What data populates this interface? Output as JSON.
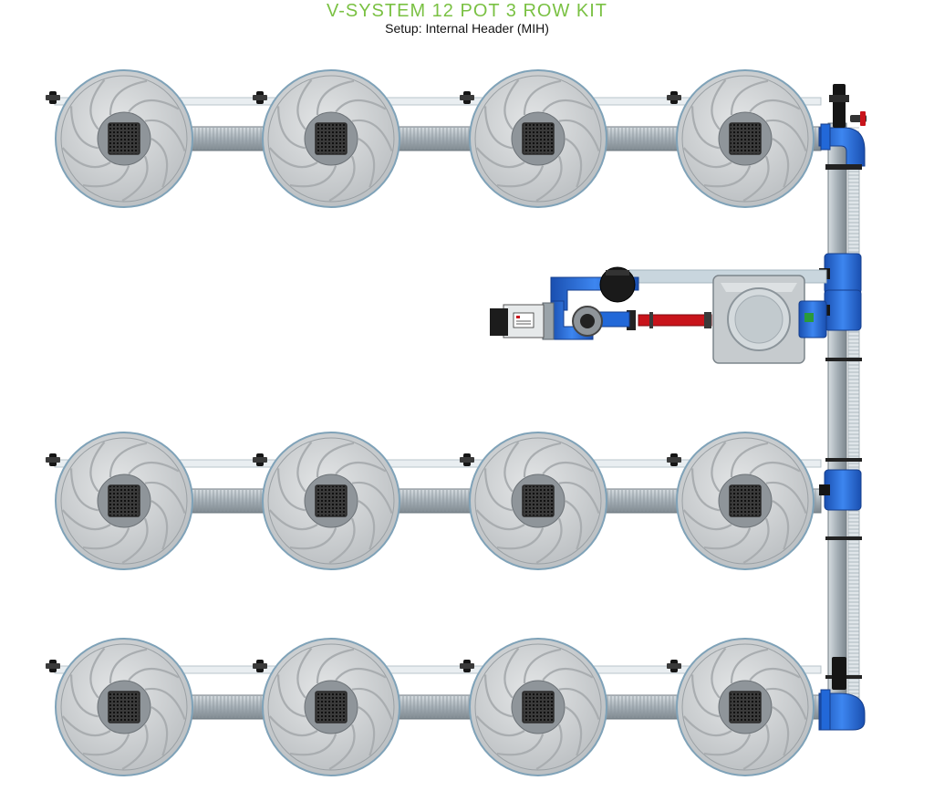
{
  "header": {
    "title": "V-SYSTEM 12 POT 3 ROW KIT",
    "subtitle": "Setup: Internal Header (MIH)"
  },
  "colors": {
    "title": "#7ac143",
    "pot_body": "#c9ccce",
    "pot_rim": "#7fa2b8",
    "pot_vane": "#a9adb0",
    "net_pot": "#2b2b2b",
    "pipe_grey": "#a7b3bb",
    "header_pipe": "#9fb0bc",
    "fitting_blue": "#2268d8",
    "hose_red": "#c8141b",
    "feed_hose": "#c9d6de",
    "black_part": "#151515"
  },
  "diagram": {
    "rows": 3,
    "pots_per_row": 4,
    "total_pots": 12,
    "components": [
      "pot",
      "net-pot",
      "row-pipe",
      "drip-line",
      "header-pipe",
      "elbow",
      "tee",
      "reservoir-tank",
      "pump",
      "valve",
      "filter",
      "controller"
    ]
  }
}
